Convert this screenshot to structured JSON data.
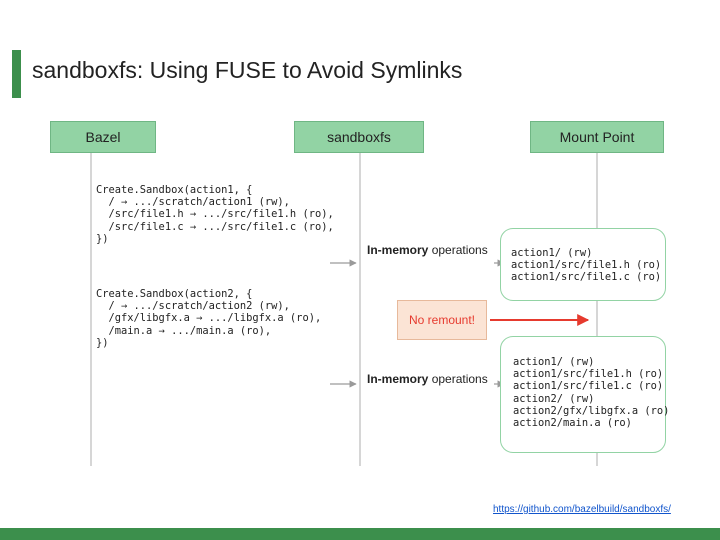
{
  "slide": {
    "title": "sandboxfs: Using FUSE to Avoid Symlinks",
    "accent_color": "#3c8f4c",
    "header_color": "#92d3a4",
    "alert_color": "#e63a2e"
  },
  "lanes": {
    "bazel": "Bazel",
    "sandboxfs": "sandboxfs",
    "mount_point": "Mount Point"
  },
  "requests": [
    {
      "lines": [
        "Create.Sandbox(action1, {",
        "  / → .../scratch/action1 (rw),",
        "  /src/file1.h → .../src/file1.h (ro),",
        "  /src/file1.c → .../src/file1.c (ro),",
        "})"
      ]
    },
    {
      "lines": [
        "Create.Sandbox(action2, {",
        "  / → .../scratch/action2 (rw),",
        "  /gfx/libgfx.a → .../libgfx.a (ro),",
        "  /main.a → .../main.a (ro),",
        "})"
      ]
    }
  ],
  "operations": [
    {
      "bold": "In-memory",
      "rest": " operations"
    },
    {
      "bold": "In-memory",
      "rest": " operations"
    }
  ],
  "remount_note": "No remount!",
  "mount_states": [
    {
      "lines": [
        "action1/ (rw)",
        "action1/src/file1.h (ro)",
        "action1/src/file1.c (ro)"
      ]
    },
    {
      "lines": [
        "action1/ (rw)",
        "action1/src/file1.h (ro)",
        "action1/src/file1.c (ro)",
        "action2/ (rw)",
        "action2/gfx/libgfx.a (ro)",
        "action2/main.a (ro)"
      ]
    }
  ],
  "source_link": "https://github.com/bazelbuild/sandboxfs/"
}
